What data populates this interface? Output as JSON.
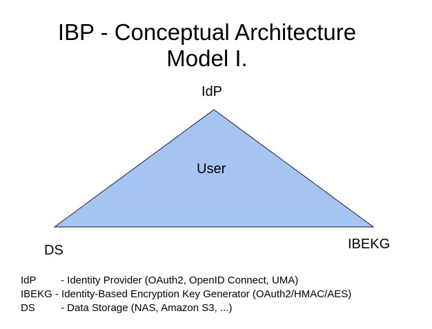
{
  "title": {
    "line1": "IBP - Conceptual Architecture",
    "line2": "Model I."
  },
  "nodes": {
    "top": "IdP",
    "center": "User",
    "left": "DS",
    "right": "IBEKG"
  },
  "triangle": {
    "fill": "#a6c4f2",
    "stroke": "#3a3a55"
  },
  "legend": [
    {
      "term": "IdP",
      "definition": "- Identity Provider (OAuth2, OpenID Connect, UMA)"
    },
    {
      "term": "IBEKG",
      "definition": "- Identity-Based Encryption Key Generator (OAuth2/HMAC/AES)"
    },
    {
      "term": "DS",
      "definition": "- Data Storage (NAS, Amazon S3, ...)"
    }
  ]
}
